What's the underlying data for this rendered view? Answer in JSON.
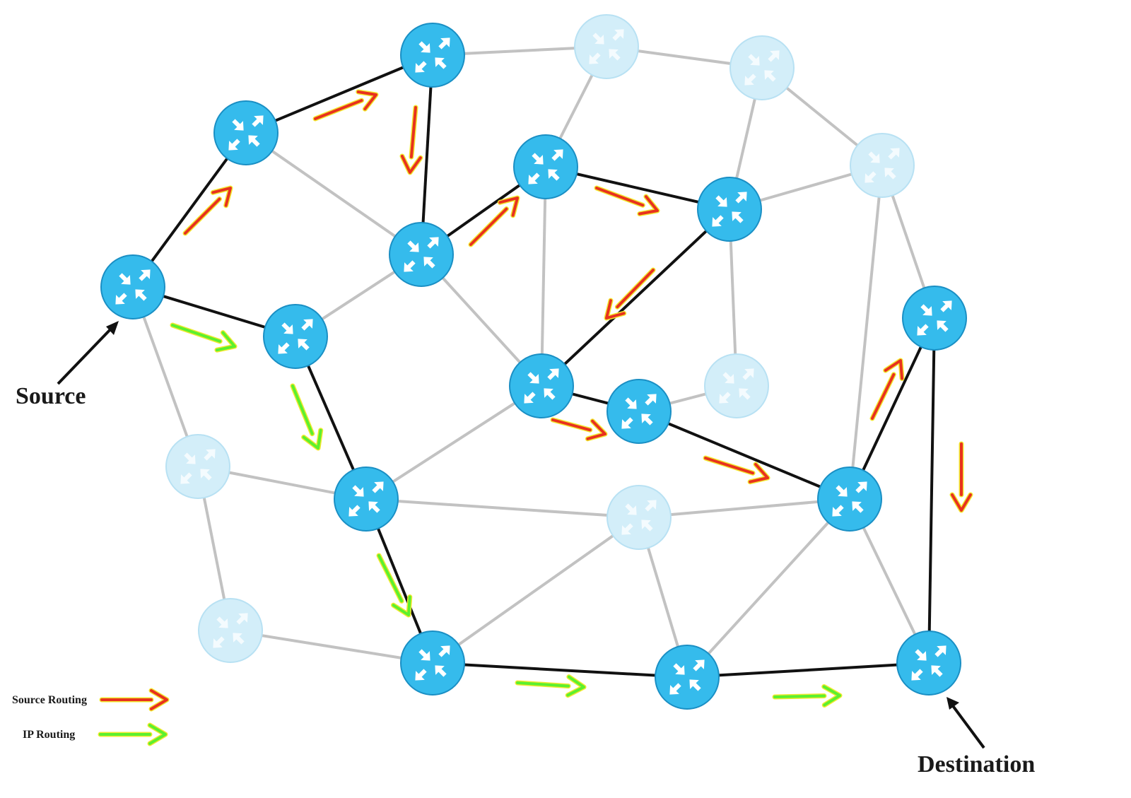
{
  "labels": {
    "source": "Source",
    "destination": "Destination"
  },
  "legend": {
    "items": [
      {
        "label": "Source Routing",
        "color": "#e8321e"
      },
      {
        "label": "IP Routing",
        "color": "#5cf02e"
      }
    ]
  },
  "colors": {
    "router_active": "#35bbec",
    "router_active_stroke": "#1a8fc4",
    "router_inactive": "#d3eef9",
    "router_inactive_stroke": "#b8e1f3",
    "link_path": "#111111",
    "link_other": "#c2c2c2",
    "source_routing_arrow": "#e8321e",
    "ip_routing_arrow": "#5cf02e",
    "arrow_outline": "#f2e830"
  },
  "icons": {
    "router": "router-icon",
    "pointer": "pointer-arrow-icon"
  }
}
